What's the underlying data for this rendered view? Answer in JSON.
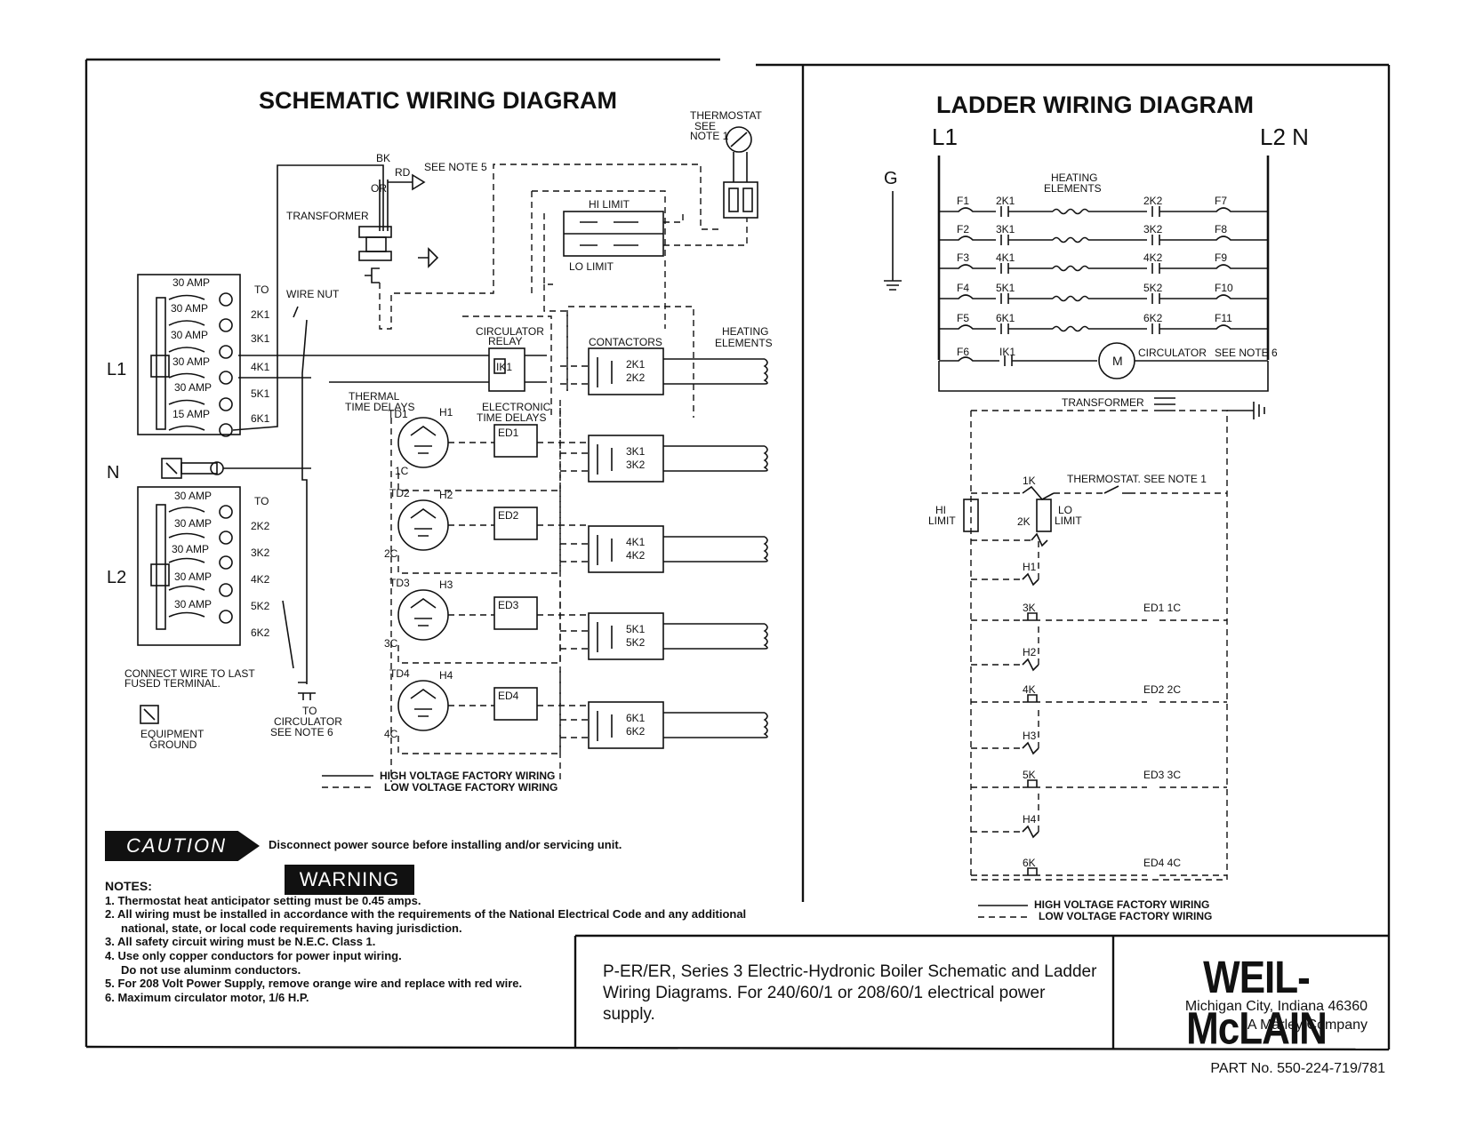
{
  "schematic": {
    "title": "SCHEMATIC WIRING DIAGRAM",
    "thermostat": "THERMOSTAT",
    "thermostat_see": "SEE",
    "thermostat_note": "NOTE 1",
    "bk": "BK",
    "rd": "RD",
    "or": "OR",
    "see_note5": "SEE NOTE 5",
    "transformer": "TRANSFORMER",
    "hi_limit": "HI LIMIT",
    "lo_limit": "LO LIMIT",
    "wire_nut": "WIRE NUT",
    "fuse_l1": [
      "30 AMP",
      "30 AMP",
      "30 AMP",
      "30 AMP",
      "30 AMP",
      "15 AMP"
    ],
    "to_l1": [
      "TO",
      "2K1",
      "3K1",
      "4K1",
      "5K1",
      "6K1"
    ],
    "fuse_l2": [
      "30 AMP",
      "30 AMP",
      "30 AMP",
      "30 AMP",
      "30 AMP"
    ],
    "to_l2": [
      "TO",
      "2K2",
      "3K2",
      "4K2",
      "5K2",
      "6K2"
    ],
    "l1": "L1",
    "n": "N",
    "l2": "L2",
    "circulator_relay": "CIRCULATOR",
    "relay": "RELAY",
    "ik1": "IK1",
    "contactors": "CONTACTORS",
    "heating": "HEATING",
    "elements": "ELEMENTS",
    "thermal": "THERMAL",
    "time_delays": "TIME DELAYS",
    "electronic": "ELECTRONIC",
    "electronic_delays": "TIME DELAYS",
    "td": [
      "TD1",
      "TD2",
      "TD3",
      "TD4"
    ],
    "h": [
      "H1",
      "H2",
      "H3",
      "H4"
    ],
    "c": [
      "1C",
      "2C",
      "3C",
      "4C"
    ],
    "ed": [
      "ED1",
      "ED2",
      "ED3",
      "ED4"
    ],
    "contact_pairs": [
      [
        "2K1",
        "2K2"
      ],
      [
        "3K1",
        "3K2"
      ],
      [
        "4K1",
        "4K2"
      ],
      [
        "5K1",
        "5K2"
      ],
      [
        "6K1",
        "6K2"
      ]
    ],
    "connect_wire_1": "CONNECT WIRE TO LAST",
    "connect_wire_2": "FUSED TERMINAL.",
    "equipment": "EQUIPMENT",
    "ground": "GROUND",
    "to": "TO",
    "circulator": "CIRCULATOR",
    "see_note6": "SEE NOTE 6",
    "legend_hv": "HIGH VOLTAGE FACTORY WIRING",
    "legend_lv": "LOW VOLTAGE FACTORY WIRING"
  },
  "ladder": {
    "title": "LADDER WIRING DIAGRAM",
    "l1": "L1",
    "l2n": "L2 N",
    "g": "G",
    "heating": "HEATING",
    "elements": "ELEMENTS",
    "rows": [
      {
        "f": "F1",
        "k1": "2K1",
        "k2": "2K2",
        "f2": "F7"
      },
      {
        "f": "F2",
        "k1": "3K1",
        "k2": "3K2",
        "f2": "F8"
      },
      {
        "f": "F3",
        "k1": "4K1",
        "k2": "4K2",
        "f2": "F9"
      },
      {
        "f": "F4",
        "k1": "5K1",
        "k2": "5K2",
        "f2": "F10"
      },
      {
        "f": "F5",
        "k1": "6K1",
        "k2": "6K2",
        "f2": "F11"
      }
    ],
    "f6": "F6",
    "ik1": "IK1",
    "m": "M",
    "circulator": "CIRCULATOR",
    "see_note6": "SEE NOTE 6",
    "transformer": "TRANSFORMER",
    "ik": "1K",
    "thermostat": "THERMOSTAT. SEE NOTE 1",
    "hi": "HI",
    "limit": "LIMIT",
    "lo": "LO",
    "lo_limit": "LIMIT",
    "k2": "2K",
    "low_rows": [
      {
        "k": "H1",
        "ed": ""
      },
      {
        "k": "3K",
        "ed": "ED1 1C"
      },
      {
        "k": "H2",
        "ed": ""
      },
      {
        "k": "4K",
        "ed": "ED2 2C"
      },
      {
        "k": "H3",
        "ed": ""
      },
      {
        "k": "5K",
        "ed": "ED3 3C"
      },
      {
        "k": "H4",
        "ed": ""
      },
      {
        "k": "6K",
        "ed": "ED4 4C"
      }
    ],
    "legend_hv": "HIGH VOLTAGE FACTORY WIRING",
    "legend_lv": "LOW VOLTAGE FACTORY WIRING"
  },
  "caution": {
    "label": "CAUTION",
    "message": "Disconnect power source before installing and/or servicing unit."
  },
  "warning": {
    "label": "WARNING"
  },
  "notes": {
    "heading": "NOTES:",
    "n1": "1. Thermostat heat anticipator setting must be 0.45 amps.",
    "n2": "2. All wiring must be installed in accordance with the requirements of the National Electrical Code and any additional national, state, or local code requirements having jurisdiction.",
    "n3": "3. All safety circuit wiring must be N.E.C. Class 1.",
    "n4a": "4. Use only copper conductors for power input wiring.",
    "n4b": "Do not use aluminm conductors.",
    "n5": "5. For 208 Volt Power Supply, remove orange wire and replace with red wire.",
    "n6": "6. Maximum circulator motor, 1/6 H.P."
  },
  "footer": {
    "description": "P-ER/ER, Series 3 Electric-Hydronic Boiler Schematic and Ladder Wiring Diagrams. For 240/60/1 or 208/60/1 electrical power supply.",
    "brand": "WEIL-McLAIN",
    "city": "Michigan City, Indiana 46360",
    "company": "A Marley Company",
    "part_no": "PART No. 550-224-719/781"
  }
}
